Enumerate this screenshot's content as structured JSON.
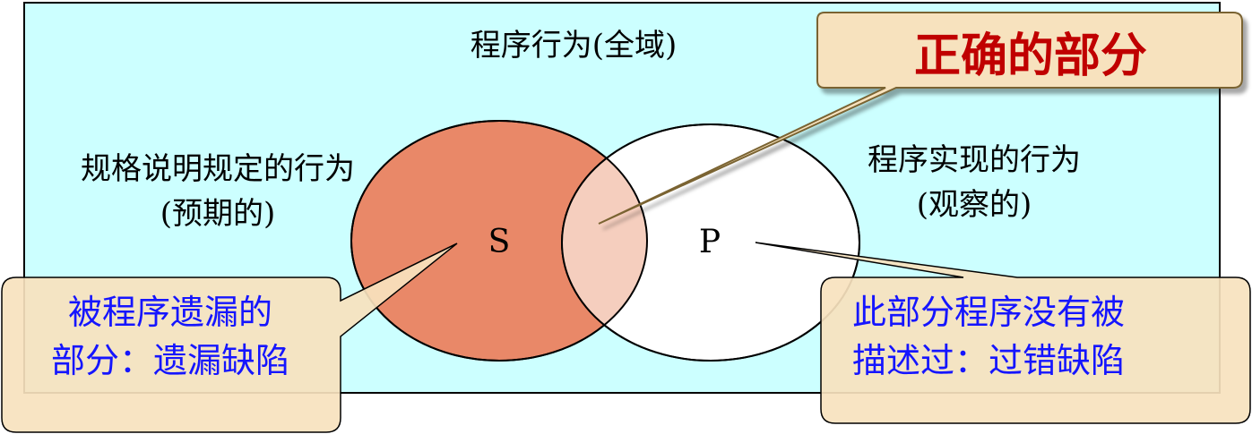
{
  "universe": {
    "label": "程序行为(全域)"
  },
  "spec_set": {
    "label_line1": "规格说明规定的行为",
    "label_line2": "(预期的)",
    "symbol": "S"
  },
  "program_set": {
    "label_line1": "程序实现的行为",
    "label_line2": "(观察的)",
    "symbol": "P"
  },
  "callouts": {
    "correct": {
      "text": "正确的部分"
    },
    "omission": {
      "line1": "被程序遗漏的",
      "line2": "部分：遗漏缺陷"
    },
    "commission": {
      "line1": "此部分程序没有被",
      "line2": "描述过：过错缺陷"
    }
  },
  "colors": {
    "universe_fill": "#CCFFFF",
    "spec_fill": "#E98868",
    "program_fill": "#FFFFFF",
    "overlap_fill": "#F5CEBE",
    "callout_fill": "#F7E2BE",
    "callout_stroke": "#7A6432",
    "correct_text": "#C00000",
    "defect_text": "#1515FF"
  }
}
